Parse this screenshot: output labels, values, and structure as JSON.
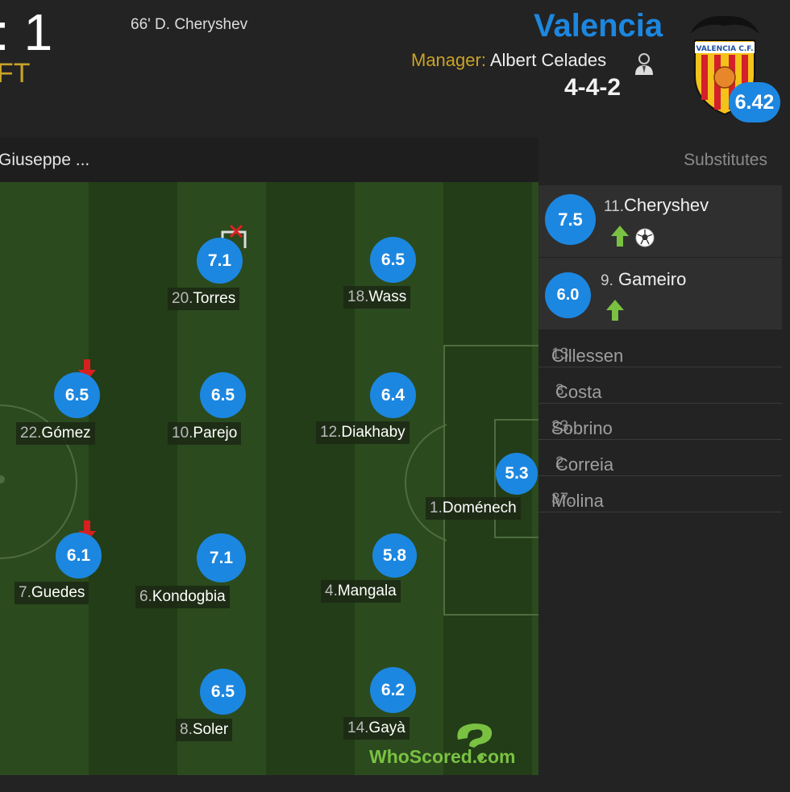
{
  "header": {
    "score": ": 1",
    "status": "FT",
    "goal_event": "66' D. Cheryshev",
    "team_name": "Valencia",
    "manager_label": "Manager:",
    "manager_name": "Albert Celades",
    "formation": "4-4-2",
    "team_rating": "6.42",
    "crest_text": "VALENCIA C.F."
  },
  "pitch": {
    "header_text": "Giuseppe ...",
    "watermark": "WhoScored.com"
  },
  "players": [
    {
      "num": "20.",
      "name": "Torres",
      "rating": "7.1",
      "icon": "goal-post-icon"
    },
    {
      "num": "18.",
      "name": "Wass",
      "rating": "6.5"
    },
    {
      "num": "22.",
      "name": "Gómez",
      "rating": "6.5",
      "icon": "sub-off-arrow-icon"
    },
    {
      "num": "10.",
      "name": "Parejo",
      "rating": "6.5"
    },
    {
      "num": "12.",
      "name": "Diakhaby",
      "rating": "6.4"
    },
    {
      "num": "1.",
      "name": "Doménech",
      "rating": "5.3"
    },
    {
      "num": "7.",
      "name": "Guedes",
      "rating": "6.1",
      "icon": "sub-off-arrow-icon"
    },
    {
      "num": "6.",
      "name": "Kondogbia",
      "rating": "7.1"
    },
    {
      "num": "4.",
      "name": "Mangala",
      "rating": "5.8"
    },
    {
      "num": "8.",
      "name": "Soler",
      "rating": "6.5"
    },
    {
      "num": "14.",
      "name": "Gayà",
      "rating": "6.2"
    }
  ],
  "substitutes": {
    "title": "Substitutes",
    "used": [
      {
        "num": "11.",
        "name": "Cheryshev",
        "rating": "7.5",
        "icons": [
          "sub-on-arrow-icon",
          "ball-icon"
        ]
      },
      {
        "num": "9.",
        "name": "Gameiro",
        "rating": "6.0",
        "icons": [
          "sub-on-arrow-icon"
        ]
      }
    ],
    "unused": [
      {
        "num": "13.",
        "name": "Cillessen"
      },
      {
        "num": "3.",
        "name": "Costa"
      },
      {
        "num": "23.",
        "name": "Sobrino"
      },
      {
        "num": "2.",
        "name": "Correia"
      },
      {
        "num": "37.",
        "name": "Molina"
      }
    ]
  },
  "colors": {
    "accent_blue": "#1c87e0",
    "gold": "#c9a227",
    "sub_on": "#7ac142",
    "sub_off": "#d62020"
  }
}
